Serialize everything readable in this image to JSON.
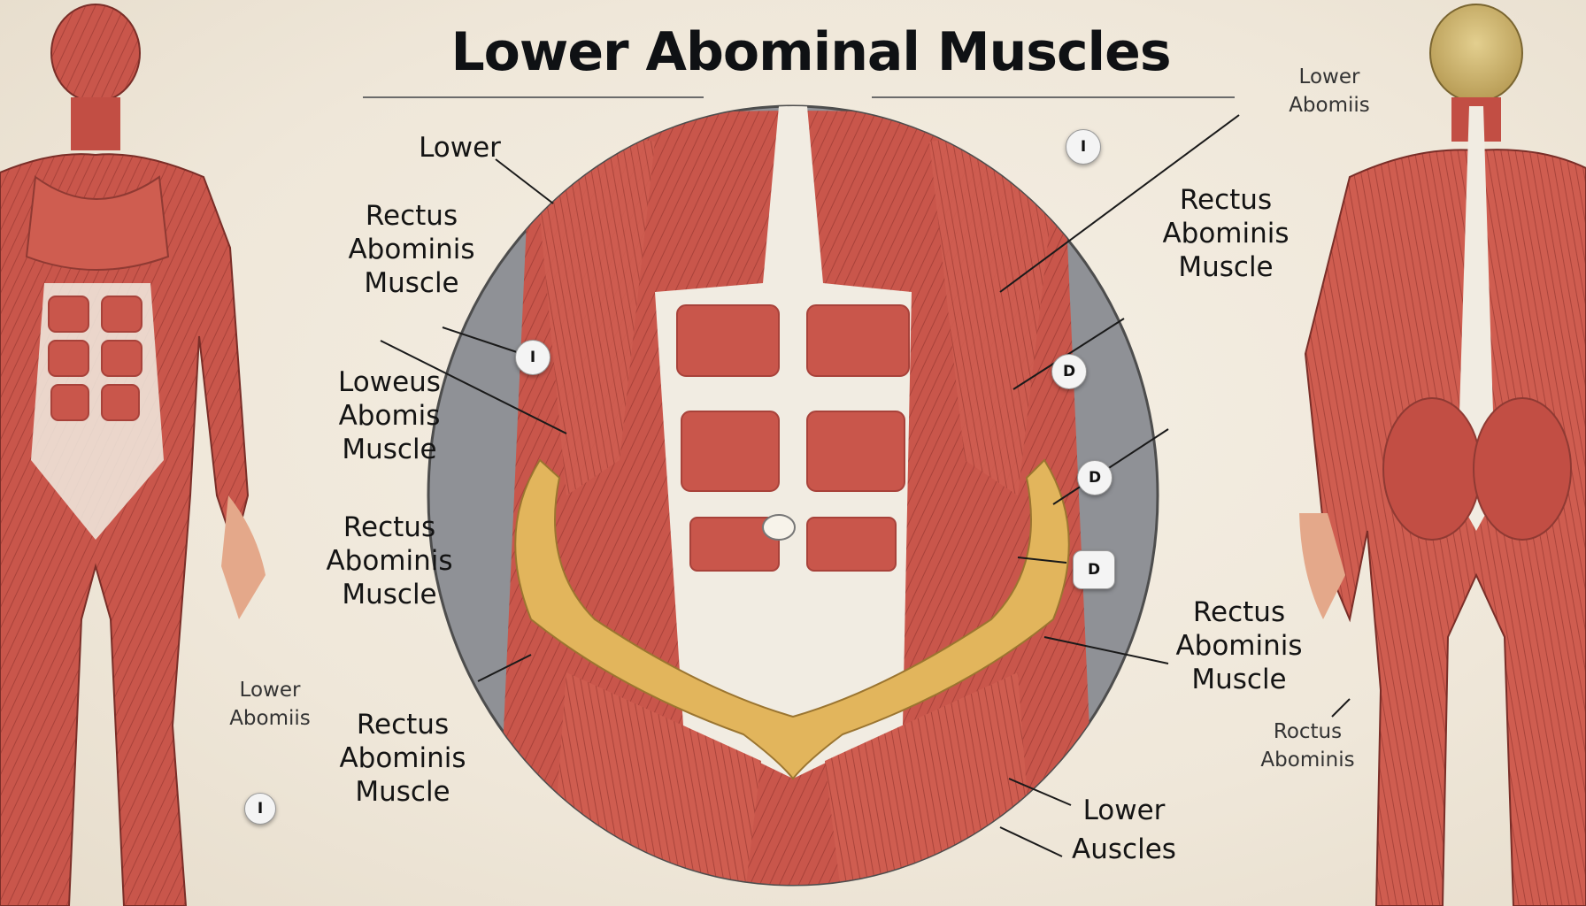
{
  "title": "Lower Abominal Muscles",
  "labels": {
    "left_lower": "Lower",
    "left_rectus_1": "Rectus\nAbominis\nMuscle",
    "left_loweus": "Loweus\nAbomis\nMuscle",
    "left_rectus_2": "Rectus\nAbominis\nMuscle",
    "left_small": "Lower\nAbomiis",
    "left_rectus_3": "Rectus\nAbominis\nMuscle",
    "right_top_small": "Lower\nAbomiis",
    "right_rectus_1": "Rectus\nAbominis\nMuscle",
    "right_rectus_2": "Rectus\nAbominis\nMuscle",
    "right_small": "Roctus\nAbominis",
    "bottom_lower": "Lower",
    "bottom_auscles": "Auscles"
  },
  "markers": [
    "I",
    "I",
    "D",
    "D",
    "D",
    "I"
  ],
  "colors": {
    "muscle": "#c8544a",
    "muscle_dark": "#9e3b33",
    "tendon": "#f1ece2",
    "bone": "#e2b55c",
    "circle_bg": "#8f9196"
  }
}
